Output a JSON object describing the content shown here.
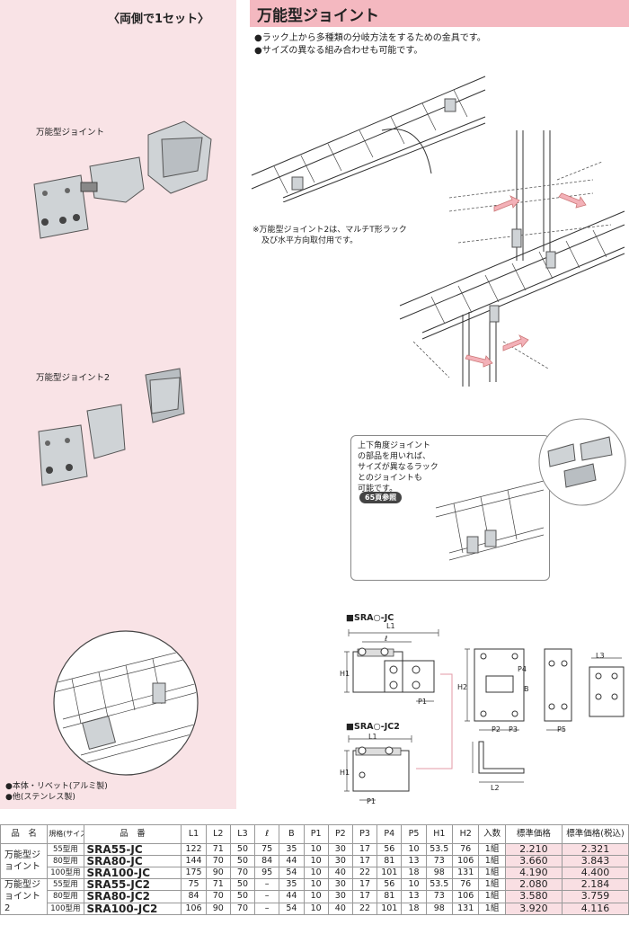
{
  "left": {
    "pair_note": "〈両側で1セット〉",
    "photo1_label": "万能型ジョイント",
    "photo2_label": "万能型ジョイント2",
    "material_notes": [
      "●本体・リベット(アルミ製)",
      "●他(ステンレス製)"
    ]
  },
  "section": {
    "title": "万能型ジョイント",
    "bullets": [
      "●ラック上から多種類の分岐方法をするための金具です。",
      "●サイズの異なる組み合わせも可能です。"
    ],
    "note_line1": "※万能型ジョイント2は、マルチT形ラック",
    "note_line2": "及び水平方向取付用です。"
  },
  "callout": {
    "lines": [
      "上下角度ジョイント",
      "の部品を用いれば、",
      "サイズが異なるラック",
      "とのジョイントも",
      "可能です。"
    ],
    "badge": "65頁参照"
  },
  "drawings": {
    "label_jc": "■SRA○-JC",
    "label_jc2": "■SRA○-JC2",
    "dims": {
      "L1": "L1",
      "l": "ℓ",
      "H1": "H1",
      "P1": "P1",
      "H2": "H2",
      "B": "B",
      "P2": "P2",
      "P3": "P3",
      "P4": "P4",
      "P5": "P5",
      "L2": "L2",
      "L3": "L3"
    }
  },
  "table": {
    "headers": [
      "品　名",
      "規格(サイズ)",
      "品　番",
      "L1",
      "L2",
      "L3",
      "ℓ",
      "B",
      "P1",
      "P2",
      "P3",
      "P4",
      "P5",
      "H1",
      "H2",
      "入数",
      "標準価格",
      "標準価格(税込)"
    ],
    "groups": [
      {
        "name": "万能型ジョイント",
        "rows": [
          {
            "size": "55型用",
            "code": "SRA55-JC",
            "L1": "122",
            "L2": "71",
            "L3": "50",
            "l": "75",
            "B": "35",
            "P1": "10",
            "P2": "30",
            "P3": "17",
            "P4": "56",
            "P5": "10",
            "H1": "53.5",
            "H2": "76",
            "qty": "1組",
            "price": "2.210",
            "price_tax": "2.321"
          },
          {
            "size": "80型用",
            "code": "SRA80-JC",
            "L1": "144",
            "L2": "70",
            "L3": "50",
            "l": "84",
            "B": "44",
            "P1": "10",
            "P2": "30",
            "P3": "17",
            "P4": "81",
            "P5": "13",
            "H1": "73",
            "H2": "106",
            "qty": "1組",
            "price": "3.660",
            "price_tax": "3.843"
          },
          {
            "size": "100型用",
            "code": "SRA100-JC",
            "L1": "175",
            "L2": "90",
            "L3": "70",
            "l": "95",
            "B": "54",
            "P1": "10",
            "P2": "40",
            "P3": "22",
            "P4": "101",
            "P5": "18",
            "H1": "98",
            "H2": "131",
            "qty": "1組",
            "price": "4.190",
            "price_tax": "4.400"
          }
        ]
      },
      {
        "name": "万能型ジョイント2",
        "rows": [
          {
            "size": "55型用",
            "code": "SRA55-JC2",
            "L1": "75",
            "L2": "71",
            "L3": "50",
            "l": "–",
            "B": "35",
            "P1": "10",
            "P2": "30",
            "P3": "17",
            "P4": "56",
            "P5": "10",
            "H1": "53.5",
            "H2": "76",
            "qty": "1組",
            "price": "2.080",
            "price_tax": "2.184"
          },
          {
            "size": "80型用",
            "code": "SRA80-JC2",
            "L1": "84",
            "L2": "70",
            "L3": "50",
            "l": "–",
            "B": "44",
            "P1": "10",
            "P2": "30",
            "P3": "17",
            "P4": "81",
            "P5": "13",
            "H1": "73",
            "H2": "106",
            "qty": "1組",
            "price": "3.580",
            "price_tax": "3.759"
          },
          {
            "size": "100型用",
            "code": "SRA100-JC2",
            "L1": "106",
            "L2": "90",
            "L3": "70",
            "l": "–",
            "B": "54",
            "P1": "10",
            "P2": "40",
            "P3": "22",
            "P4": "101",
            "P5": "18",
            "H1": "98",
            "H2": "131",
            "qty": "1組",
            "price": "3.920",
            "price_tax": "4.116"
          }
        ]
      }
    ]
  }
}
